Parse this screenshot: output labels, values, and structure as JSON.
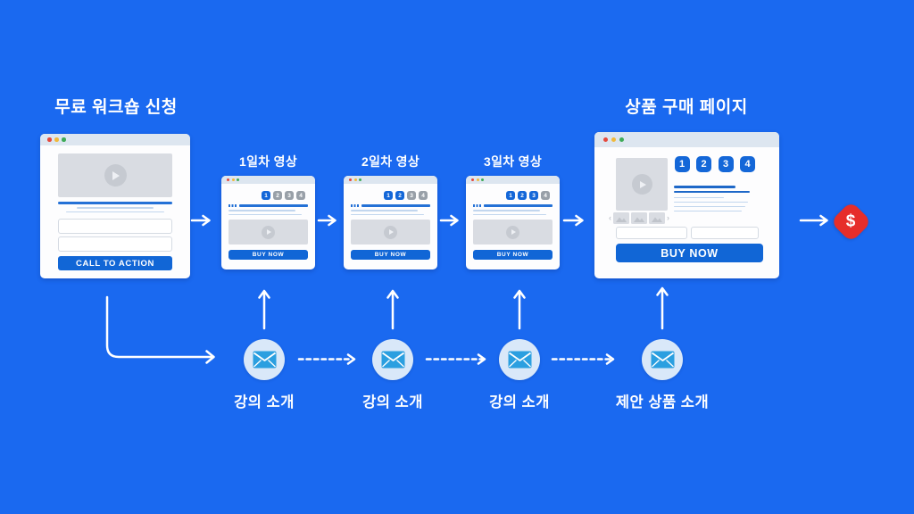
{
  "background": "#1A69F0",
  "colors": {
    "accent_blue": "#1166D6",
    "inactive_tab_gray": "#99A0A8",
    "money_red": "#E62E2A",
    "envelope_blue": "#2B9FE0",
    "text_white": "#FFFFFF"
  },
  "workshop": {
    "title": "무료 워크숍 신청",
    "cta_label": "CALL TO ACTION"
  },
  "days": [
    {
      "title": "1일차 영상",
      "tabs": [
        "1",
        "2",
        "3",
        "4"
      ],
      "active_tabs": 1,
      "buy_label": "BUY NOW"
    },
    {
      "title": "2일차 영상",
      "tabs": [
        "1",
        "2",
        "3",
        "4"
      ],
      "active_tabs": 2,
      "buy_label": "BUY NOW"
    },
    {
      "title": "3일차 영상",
      "tabs": [
        "1",
        "2",
        "3",
        "4"
      ],
      "active_tabs": 3,
      "buy_label": "BUY NOW"
    }
  ],
  "product": {
    "title": "상품 구매 페이지",
    "tabs": [
      "1",
      "2",
      "3",
      "4"
    ],
    "buy_label": "BUY NOW"
  },
  "money": {
    "symbol": "$"
  },
  "emails": [
    {
      "label": "강의 소개"
    },
    {
      "label": "강의 소개"
    },
    {
      "label": "강의 소개"
    },
    {
      "label": "제안 상품 소개"
    }
  ]
}
